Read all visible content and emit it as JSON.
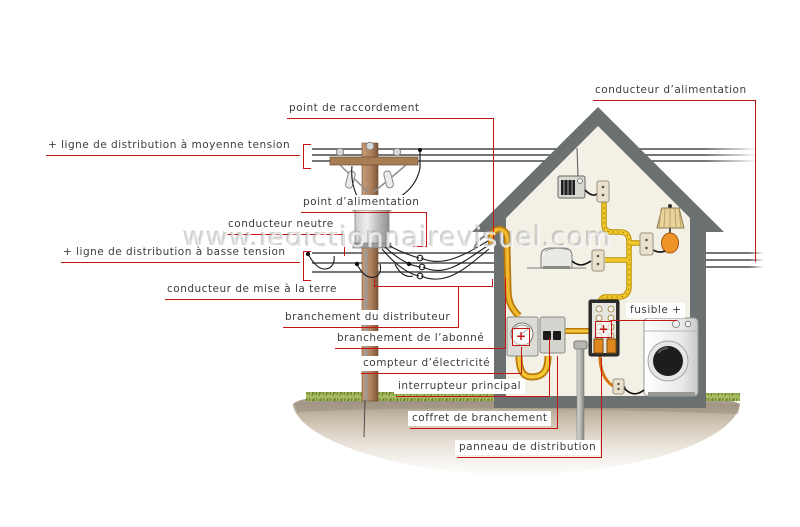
{
  "watermark": "www.ledictionnairevisuel.com",
  "labels": {
    "point_de_raccordement": "point de raccordement",
    "conducteur_d_alimentation": "conducteur d’alimentation",
    "ligne_moyenne_tension": "+ ligne de distribution à moyenne tension",
    "point_d_alimentation": "point d’alimentation",
    "conducteur_neutre": "conducteur neutre",
    "ligne_basse_tension": "+ ligne de distribution à basse tension",
    "conducteur_mise_terre": "conducteur de mise à la terre",
    "branchement_distributeur": "branchement du distributeur",
    "branchement_abonne": "branchement de l’abonné",
    "compteur_electricite": "compteur d’électricité",
    "interrupteur_principal": "interrupteur principal",
    "coffret_branchement": "coffret de branchement",
    "panneau_distribution": "panneau de distribution",
    "fusible": "fusible +"
  },
  "markers": {
    "meter_plus": "+",
    "fuse_plus": "+"
  },
  "colors": {
    "leader_red": "#c41414",
    "house_gray": "#6b7071",
    "interior_cream": "#f3f0e5",
    "wire_yellow": "#f3c92d",
    "conduit_orange": "#e08a12",
    "pole_brown": "#b08262",
    "grass_green": "#9cb053",
    "earth_tan": "#cdc1af"
  }
}
